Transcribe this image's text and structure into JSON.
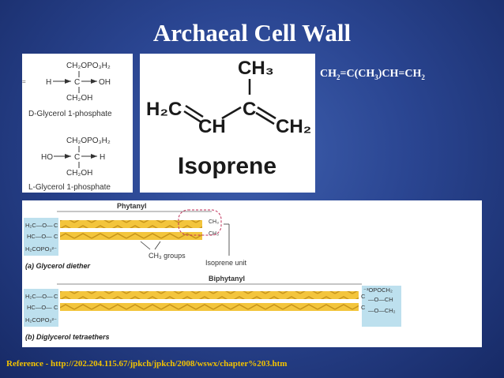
{
  "slide": {
    "title": "Archaeal Cell Wall",
    "formula": {
      "p1": "CH",
      "s1": "2",
      "p2": "=C(CH",
      "s2": "3",
      "p3": ")CH=CH",
      "s3": "2"
    },
    "reference": "Reference - http://202.204.115.67/jpkch/jpkch/2008/wswx/chapter%203.htm"
  },
  "glycerol_panel": {
    "d": {
      "top": "CH₂OPO₃H₂",
      "h": "H",
      "c": "C",
      "oh": "OH",
      "bottom": "CH₂OH",
      "label": "D-Glycerol 1-phosphate"
    },
    "l": {
      "top": "CH₂OPO₃H₂",
      "ho": "HO",
      "c": "C",
      "h": "H",
      "bottom": "CH₂OH",
      "label": "L-Glycerol 1-phosphate"
    }
  },
  "isoprene_panel": {
    "ch3": "CH₃",
    "h2c": "H₂C",
    "c": "C",
    "ch": "CH",
    "ch2": "CH₂",
    "name": "Isoprene"
  },
  "lipid_panel": {
    "phytanyl": "Phytanyl",
    "ch3_groups": "CH₃ groups",
    "isoprene_unit": "Isoprene unit",
    "caption_a": "(a) Glycerol diether",
    "biphytanyl": "Biphytanyl",
    "caption_b": "(b) Diglycerol tetraethers",
    "ch3": "CH₃",
    "left_head": {
      "h2c_o": "H₂C—O—",
      "hc_o": "HC—O—",
      "h2copo3": "H₂COPO₃²⁻",
      "c": "C"
    },
    "right_head": {
      "opoch2": "⁻³OPOCH₂",
      "o_ch": "—O—CH",
      "o_ch2": "—O—CH₂",
      "c": "C"
    }
  },
  "colors": {
    "chain": "#f3c53c",
    "chain_dark": "#c8951a",
    "head_bg": "#bde0ee",
    "unit_circle": "#c0305a",
    "reference": "#f2c200"
  }
}
